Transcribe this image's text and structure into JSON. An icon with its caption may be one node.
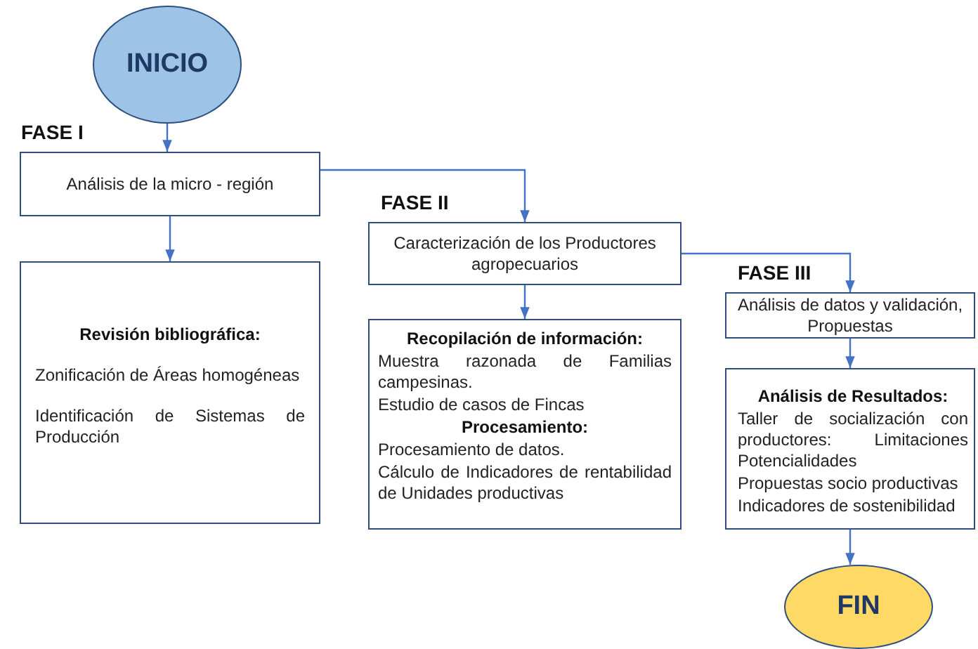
{
  "diagram": {
    "nodes": [
      {
        "text": [
          "INICIO"
        ]
      },
      {
        "text": [
          "FASE I",
          "Análisis de la micro - región"
        ]
      },
      {
        "text": [
          "Revisión bibliográfica:",
          "Zonificación de Áreas homogéneas",
          "Identificación de Sistemas de Producción"
        ]
      },
      {
        "text": [
          "FASE II",
          "Caracterización de los Productores agropecuarios"
        ]
      },
      {
        "text": [
          "Recopilación de información:",
          "Muestra razonada de Familias campesinas.",
          "Estudio de casos de Fincas",
          "Procesamiento:",
          "Procesamiento de datos.",
          "Cálculo de Indicadores de rentabilidad de Unidades productivas"
        ]
      },
      {
        "text": [
          "FASE III",
          "Análisis de datos y validación, Propuestas"
        ]
      },
      {
        "text": [
          "Análisis de Resultados:",
          "Taller de socialización con productores: Limitaciones Potencialidades",
          "Propuestas socio productivas",
          "Indicadores de sostenibilidad"
        ]
      },
      {
        "text": [
          "FIN"
        ]
      }
    ],
    "edges": [
      {
        "from": 0,
        "to": 1,
        "arrow": "to"
      },
      {
        "from": 1,
        "to": 2,
        "arrow": "to"
      },
      {
        "from": 1,
        "to": 3,
        "arrow": "to"
      },
      {
        "from": 3,
        "to": 4,
        "arrow": "to"
      },
      {
        "from": 3,
        "to": 5,
        "arrow": "to"
      },
      {
        "from": 5,
        "to": 6,
        "arrow": "to"
      },
      {
        "from": 6,
        "to": 7,
        "arrow": "to"
      }
    ]
  }
}
